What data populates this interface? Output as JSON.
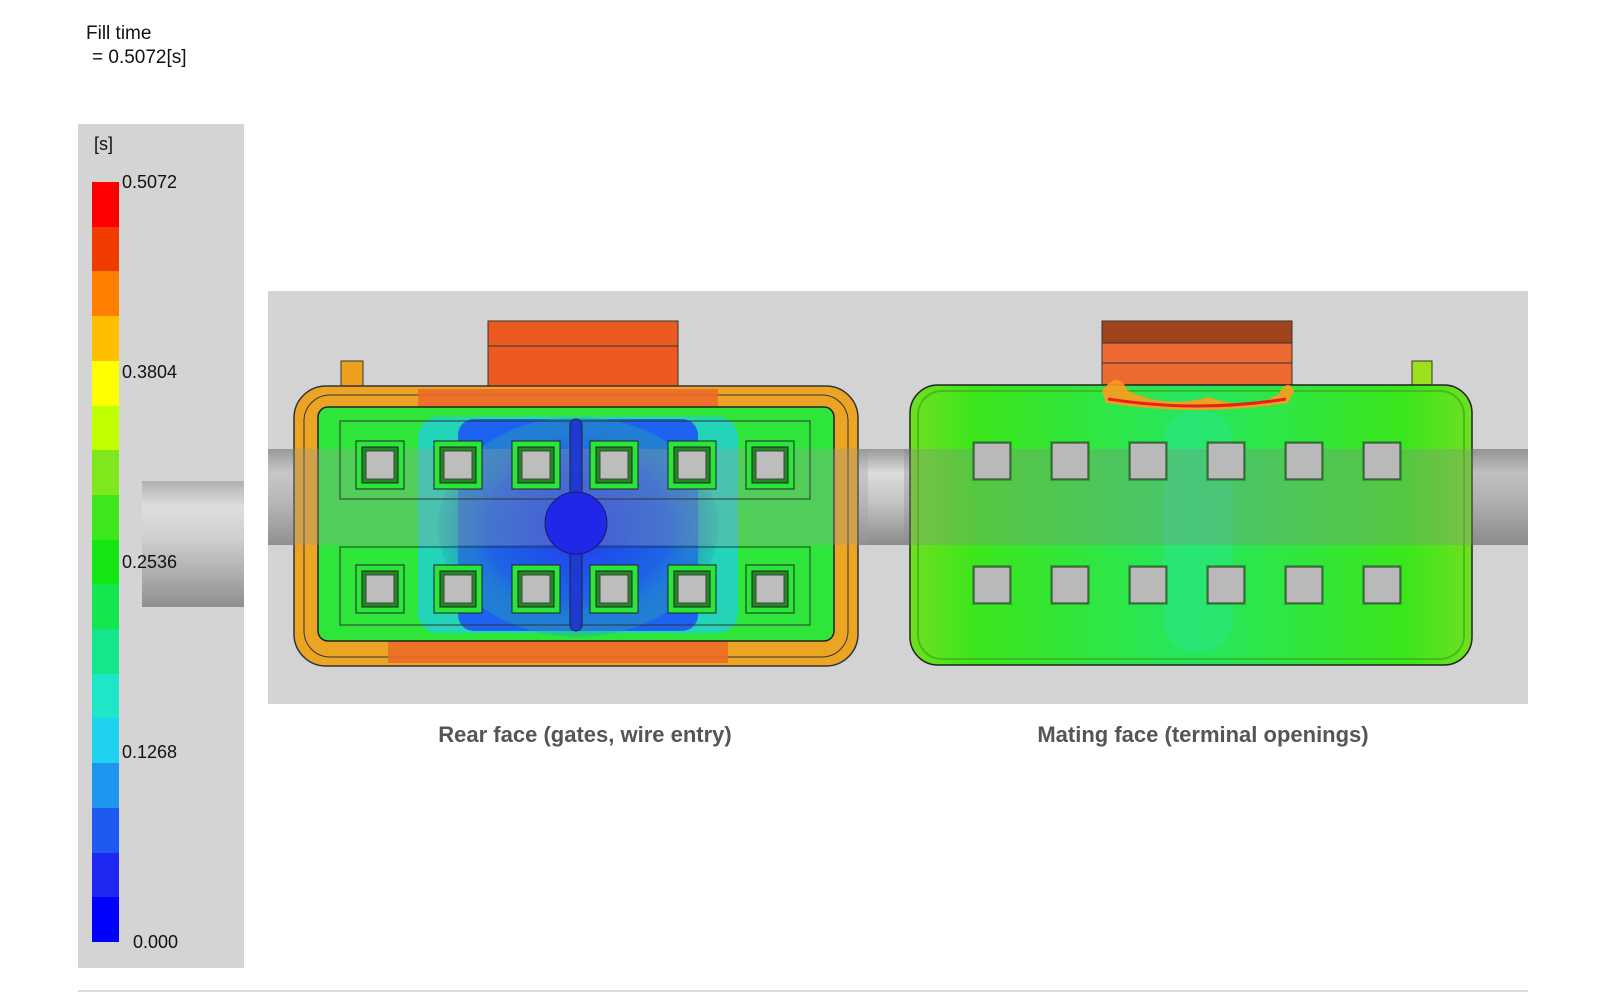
{
  "header": {
    "title": "Fill time",
    "value_line": "= 0.5072[s]"
  },
  "legend": {
    "unit": "[s]",
    "ticks": [
      "0.5072",
      "0.3804",
      "0.2536",
      "0.1268",
      "0.000"
    ],
    "colors": [
      "#ff0000",
      "#f03c00",
      "#ff8000",
      "#ffbf00",
      "#ffff00",
      "#bfff00",
      "#7fe81c",
      "#3ce81c",
      "#14e614",
      "#14e650",
      "#14e68c",
      "#1ee6c8",
      "#1ed2f0",
      "#1e96f0",
      "#1e5af0",
      "#1e28f0",
      "#0000ff"
    ]
  },
  "views": {
    "rear": {
      "caption": "Rear face (gates, wire entry)"
    },
    "mating": {
      "caption": "Mating face (terminal openings)"
    }
  }
}
